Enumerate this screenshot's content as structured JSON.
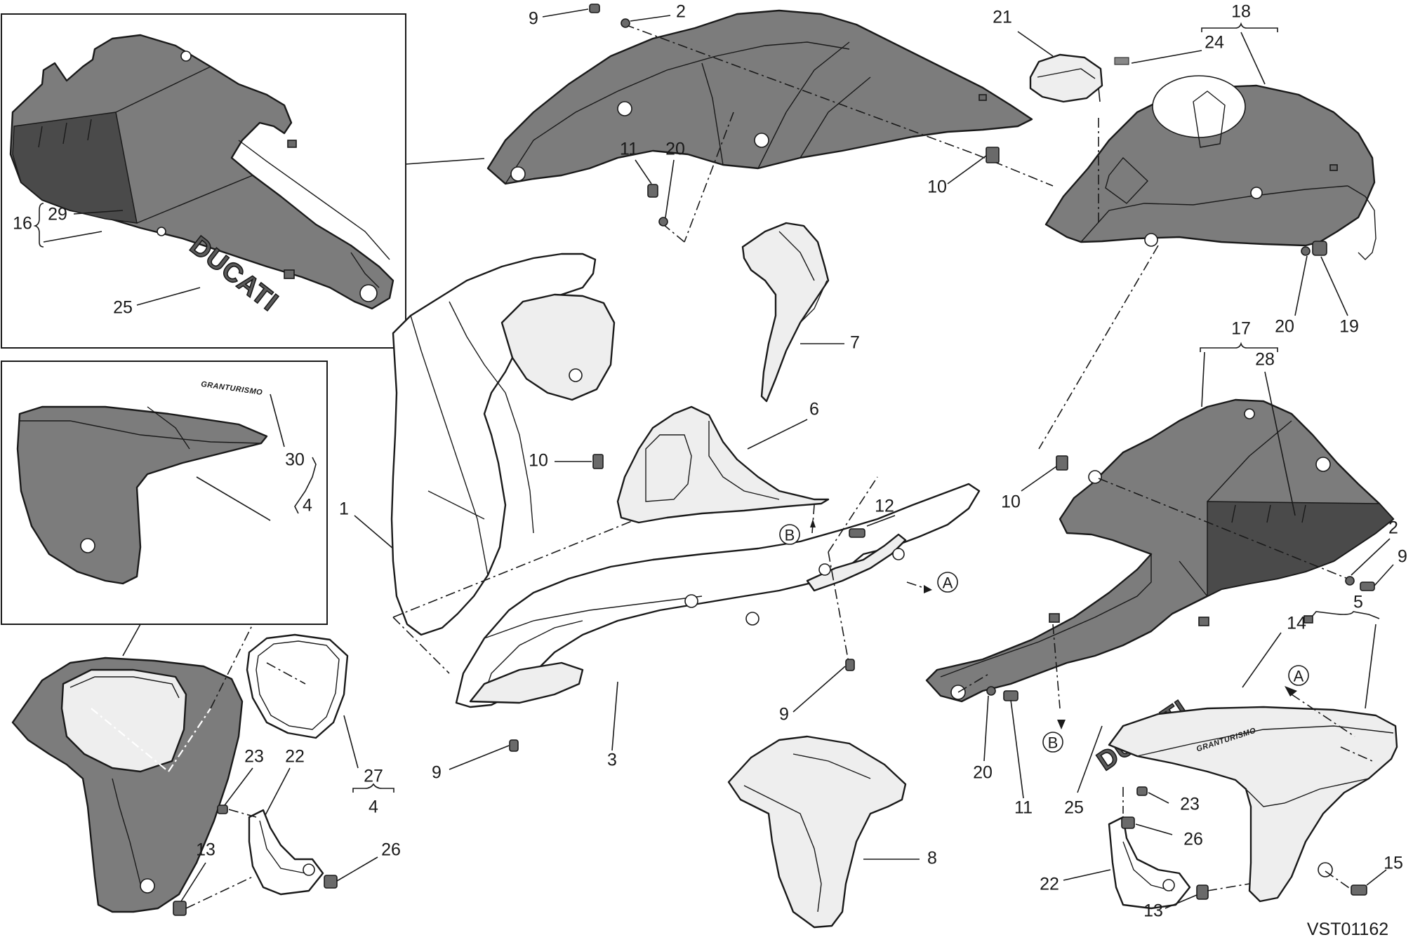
{
  "diagram": {
    "drawing_code": "VST01162",
    "brand_decal": "DUCATI",
    "model_decal": "GRANTURISMO",
    "reference_labels": {
      "A": "A",
      "B": "B"
    },
    "callouts": {
      "c1": "1",
      "c2a": "2",
      "c2b": "2",
      "c3": "3",
      "c4a": "4",
      "c4b": "4",
      "c5": "5",
      "c6": "6",
      "c7": "7",
      "c8": "8",
      "c9a": "9",
      "c9b": "9",
      "c9c": "9",
      "c9d": "9",
      "c10a": "10",
      "c10b": "10",
      "c10c": "10",
      "c11a": "11",
      "c11b": "11",
      "c12": "12",
      "c13a": "13",
      "c13b": "13",
      "c14": "14",
      "c15": "15",
      "c16": "16",
      "c17": "17",
      "c18": "18",
      "c19": "19",
      "c20a": "20",
      "c20b": "20",
      "c20c": "20",
      "c21": "21",
      "c22a": "22",
      "c22b": "22",
      "c23a": "23",
      "c23b": "23",
      "c24": "24",
      "c25a": "25",
      "c25b": "25",
      "c26a": "26",
      "c26b": "26",
      "c27": "27",
      "c28": "28",
      "c29": "29",
      "c30": "30"
    }
  }
}
